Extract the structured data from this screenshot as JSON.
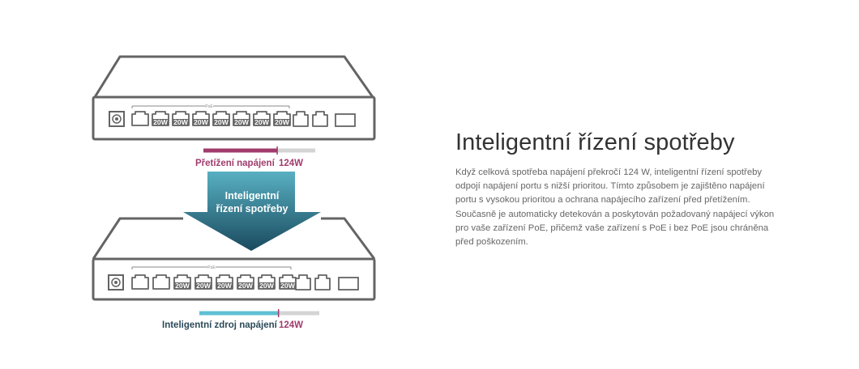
{
  "diagram": {
    "port_label": "PoE",
    "port_wattage": "20W",
    "top_switch": {
      "ports": [
        "",
        "20W",
        "20W",
        "20W",
        "20W",
        "20W",
        "20W",
        "20W"
      ],
      "bar_label": "Přetížení napájení",
      "bar_value": "124W",
      "bar_fraction": 0.66,
      "bar_mark_fraction": 0.66
    },
    "arrow": {
      "line1": "Inteligentní",
      "line2": "řízení spotřeby"
    },
    "bottom_switch": {
      "ports": [
        "",
        "",
        "20W",
        "20W",
        "20W",
        "20W",
        "20W",
        "20W"
      ],
      "bar_label": "Inteligentní zdroj napájení",
      "bar_value": "124W",
      "bar_fraction": 0.66,
      "bar_mark_fraction": 0.66
    }
  },
  "colors": {
    "outline": "#646464",
    "overload": "#a03c6c",
    "smart": "#5fc0d3",
    "smart_text": "#2b4a58",
    "bar_bg": "#d4d4d4",
    "arrow_top": "#58b0c2",
    "arrow_bottom": "#1a4a5e"
  },
  "feature": {
    "title": "Inteligentní řízení spotřeby",
    "description": "Když celková spotřeba napájení překročí 124 W, inteligentní řízení spotřeby odpojí napájení portu s nižší prioritou. Tímto způsobem je zajištěno napájení portu s vysokou prioritou a ochrana napájecího zařízení před přetížením. Současně je automaticky detekován a poskytován požadovaný napájecí výkon pro vaše zařízení PoE, přičemž vaše zařízení s PoE i bez PoE jsou chráněna před poškozením."
  }
}
